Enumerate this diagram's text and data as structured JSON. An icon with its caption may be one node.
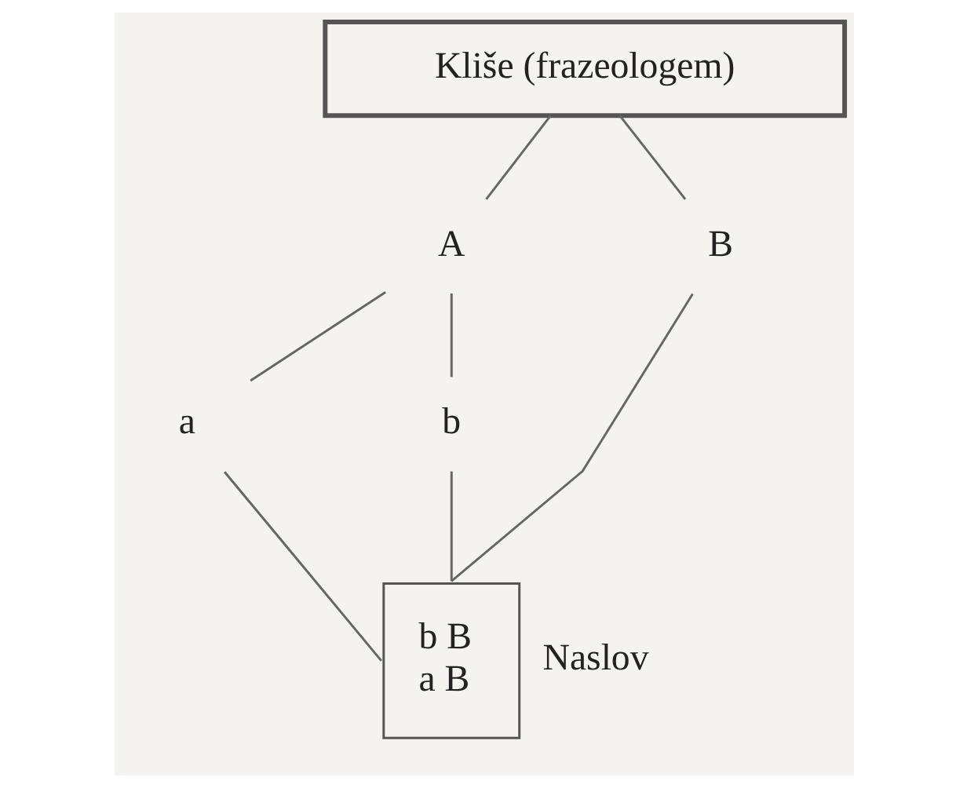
{
  "diagram": {
    "nodes": [
      {
        "text": [
          "Kliše (frazeologem)"
        ]
      },
      {
        "text": [
          "A"
        ]
      },
      {
        "text": [
          "B"
        ]
      },
      {
        "text": [
          "a"
        ]
      },
      {
        "text": [
          "b"
        ]
      },
      {
        "text": [
          "b B",
          "a B"
        ],
        "beside": [
          "Naslov"
        ]
      }
    ],
    "edges": [
      {
        "from": 0,
        "to": 1,
        "arrow": "none"
      },
      {
        "from": 0,
        "to": 2,
        "arrow": "none"
      },
      {
        "from": 1,
        "to": 3,
        "arrow": "none"
      },
      {
        "from": 1,
        "to": 4,
        "arrow": "none"
      },
      {
        "from": 2,
        "to": 5,
        "arrow": "none"
      },
      {
        "from": 4,
        "to": 5,
        "arrow": "none"
      },
      {
        "from": 3,
        "to": 5,
        "arrow": "none"
      }
    ]
  }
}
